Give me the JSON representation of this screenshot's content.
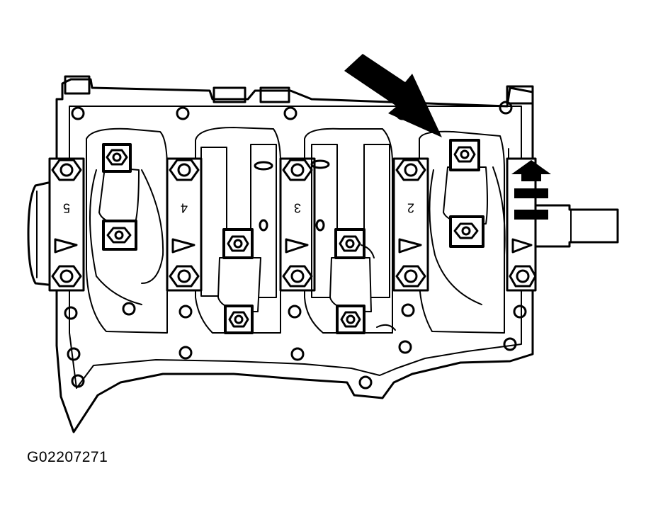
{
  "figure": {
    "code": "G02207271",
    "cap_numbers": [
      "5",
      "4",
      "3",
      "2"
    ],
    "colors": {
      "line": "#000000",
      "background": "#ffffff"
    }
  }
}
